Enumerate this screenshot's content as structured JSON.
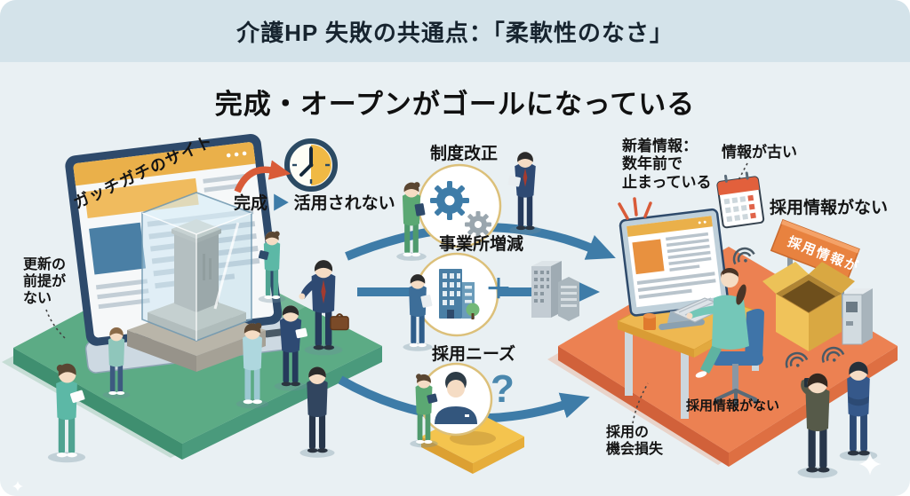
{
  "header": {
    "title": "介護HP 失敗の共通点：「柔軟性のなさ」"
  },
  "subtitle": "完成・オープンがゴールになっている",
  "left_scene": {
    "site_label": "ガッチガチのサイト",
    "update_note": [
      "更新の",
      "前提が",
      "ない"
    ],
    "done_label": "完成",
    "arrow_glyph": "▶",
    "unused_label": "活用されない"
  },
  "change_factors": {
    "reform_label": "制度改正",
    "offices_label": "事業所増減",
    "plus_glyph": "＋",
    "recruit_label": "採用ニーズ",
    "question_glyph": "?"
  },
  "right_scene": {
    "news_note": [
      "新着情報：",
      "数年前で",
      "止まっている"
    ],
    "old_info_label": "情報が古い",
    "no_recruit_label": "採用情報がない",
    "sign_label": "採用情報が",
    "platform_note": "採用情報がない",
    "loss_note": [
      "採用の",
      "機会損失"
    ]
  },
  "icons": {
    "clock": "clock-icon",
    "gears": "gears-icon",
    "buildings": "buildings-icon",
    "person": "person-icon",
    "calendar": "calendar-icon",
    "signal": "signal-waves-icon",
    "sparkle": "sparkle-icon"
  },
  "colors": {
    "accent_blue": "#3e7ca8",
    "accent_red": "#d95b38",
    "platform_green": "#5cab85",
    "platform_yellow": "#f4c44e",
    "platform_orange": "#ec8152",
    "header_band": "#d4e3ea",
    "medallion_border": "#dcc07a"
  }
}
